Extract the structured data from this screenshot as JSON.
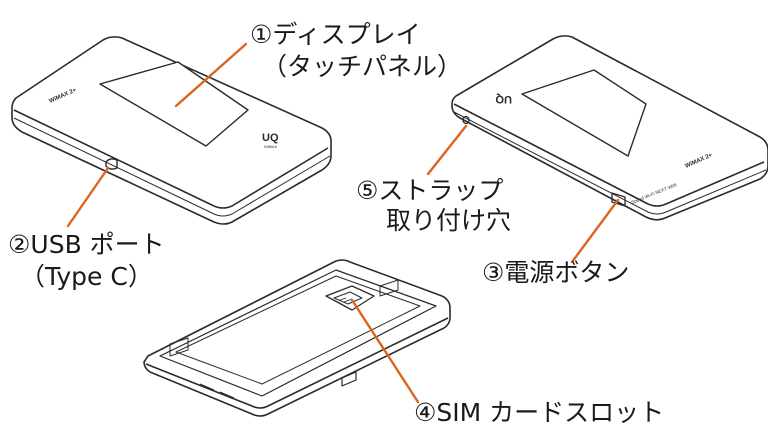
{
  "labels": {
    "display_line1": "①ディスプレイ",
    "display_line2": "（タッチパネル）",
    "usb_line1": "②USB ポート",
    "usb_line2": "（Type C）",
    "strap_line1": "⑤ストラップ",
    "strap_line2": "取り付け穴",
    "power": "③電源ボタン",
    "sim": "④SIM カードスロット"
  },
  "device_marks": {
    "front_brand": "WiMAX 2+",
    "front_logo": "UQ",
    "front_logo_sub": "WiMAX",
    "back_logo": "UQ",
    "back_brand": "WiMAX 2+",
    "back_model": "Speed Wi-Fi NEXT W06"
  },
  "colors": {
    "callout_line": "#d9651f",
    "device_outline": "#2b2b2b",
    "text": "#1a1a1a"
  }
}
